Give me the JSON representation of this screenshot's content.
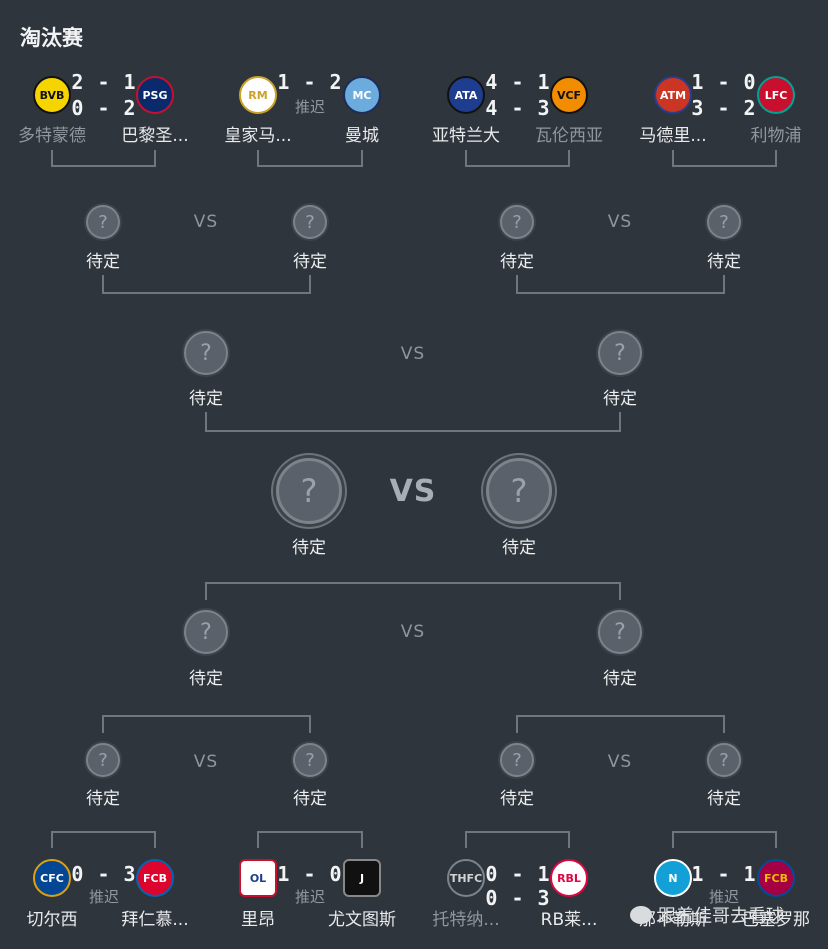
{
  "header": {
    "title": "淘汰赛"
  },
  "slot_label": "待定",
  "slot_mark": "?",
  "vs_label": "VS",
  "top_matches": [
    {
      "home": {
        "name": "多特蒙德",
        "logo": "dortmund-logo",
        "dim": true
      },
      "away": {
        "name": "巴黎圣...",
        "logo": "psg-logo",
        "dim": false
      },
      "leg1": "2 - 1",
      "leg2": "0 - 2",
      "note": ""
    },
    {
      "home": {
        "name": "皇家马...",
        "logo": "real-madrid-logo",
        "dim": false
      },
      "away": {
        "name": "曼城",
        "logo": "man-city-logo",
        "dim": false
      },
      "leg1": "1 - 2",
      "leg2": "",
      "note": "推迟"
    },
    {
      "home": {
        "name": "亚特兰大",
        "logo": "atalanta-logo",
        "dim": false
      },
      "away": {
        "name": "瓦伦西亚",
        "logo": "valencia-logo",
        "dim": true
      },
      "leg1": "4 - 1",
      "leg2": "4 - 3",
      "note": ""
    },
    {
      "home": {
        "name": "马德里...",
        "logo": "atletico-logo",
        "dim": false
      },
      "away": {
        "name": "利物浦",
        "logo": "liverpool-logo",
        "dim": true
      },
      "leg1": "1 - 0",
      "leg2": "3 - 2",
      "note": ""
    }
  ],
  "bottom_matches": [
    {
      "home": {
        "name": "切尔西",
        "logo": "chelsea-logo",
        "dim": false
      },
      "away": {
        "name": "拜仁慕...",
        "logo": "bayern-logo",
        "dim": false
      },
      "leg1": "0 - 3",
      "leg2": "",
      "note": "推迟"
    },
    {
      "home": {
        "name": "里昂",
        "logo": "lyon-logo",
        "dim": false
      },
      "away": {
        "name": "尤文图斯",
        "logo": "juventus-logo",
        "dim": false
      },
      "leg1": "1 - 0",
      "leg2": "",
      "note": "推迟"
    },
    {
      "home": {
        "name": "托特纳...",
        "logo": "tottenham-logo",
        "dim": true
      },
      "away": {
        "name": "RB莱...",
        "logo": "leipzig-logo",
        "dim": false
      },
      "leg1": "0 - 1",
      "leg2": "0 - 3",
      "note": ""
    },
    {
      "home": {
        "name": "那不勒斯",
        "logo": "napoli-logo",
        "dim": false
      },
      "away": {
        "name": "巴塞罗那",
        "logo": "barcelona-logo",
        "dim": false
      },
      "leg1": "1 - 1",
      "leg2": "",
      "note": "推迟"
    }
  ],
  "watermark": {
    "text": "跟着佳哥去看球",
    "icon": "wechat-icon"
  },
  "colors": {
    "background": "#2f353c",
    "line": "#6e767e",
    "dim_text": "#8f969d"
  }
}
